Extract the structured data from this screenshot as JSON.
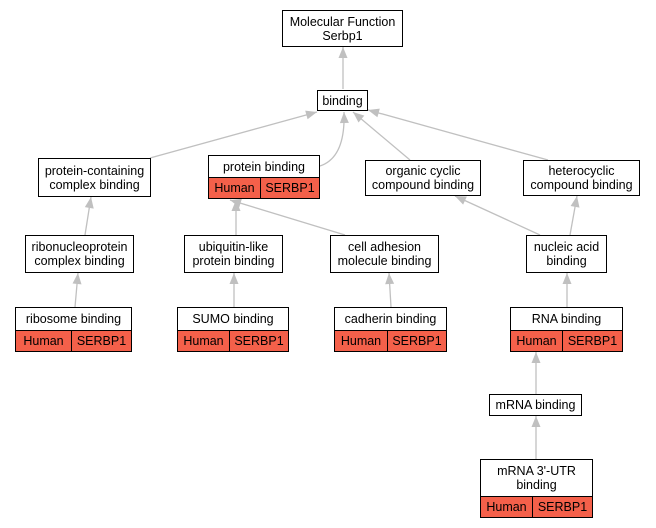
{
  "colors": {
    "edge": "#c0c0c0",
    "annotation": "#f4604a",
    "border": "#000000"
  },
  "nodes": {
    "molecular_function": {
      "label": "Molecular Function\nSerbp1"
    },
    "binding": {
      "label": "binding"
    },
    "protein_containing_complex_binding": {
      "label": "protein-containing\ncomplex binding"
    },
    "protein_binding": {
      "label": "protein binding",
      "species": "Human",
      "gene": "SERBP1"
    },
    "organic_cyclic_compound_binding": {
      "label": "organic cyclic\ncompound binding"
    },
    "heterocyclic_compound_binding": {
      "label": "heterocyclic\ncompound binding"
    },
    "ribonucleoprotein_complex_binding": {
      "label": "ribonucleoprotein\ncomplex binding"
    },
    "ubiquitin_like_protein_binding": {
      "label": "ubiquitin-like\nprotein binding"
    },
    "cell_adhesion_molecule_binding": {
      "label": "cell adhesion\nmolecule binding"
    },
    "nucleic_acid_binding": {
      "label": "nucleic acid\nbinding"
    },
    "ribosome_binding": {
      "label": "ribosome binding",
      "species": "Human",
      "gene": "SERBP1"
    },
    "sumo_binding": {
      "label": "SUMO binding",
      "species": "Human",
      "gene": "SERBP1"
    },
    "cadherin_binding": {
      "label": "cadherin binding",
      "species": "Human",
      "gene": "SERBP1"
    },
    "rna_binding": {
      "label": "RNA binding",
      "species": "Human",
      "gene": "SERBP1"
    },
    "mrna_binding": {
      "label": "mRNA binding"
    },
    "mrna_3utr_binding": {
      "label": "mRNA 3'-UTR\nbinding",
      "species": "Human",
      "gene": "SERBP1"
    }
  }
}
